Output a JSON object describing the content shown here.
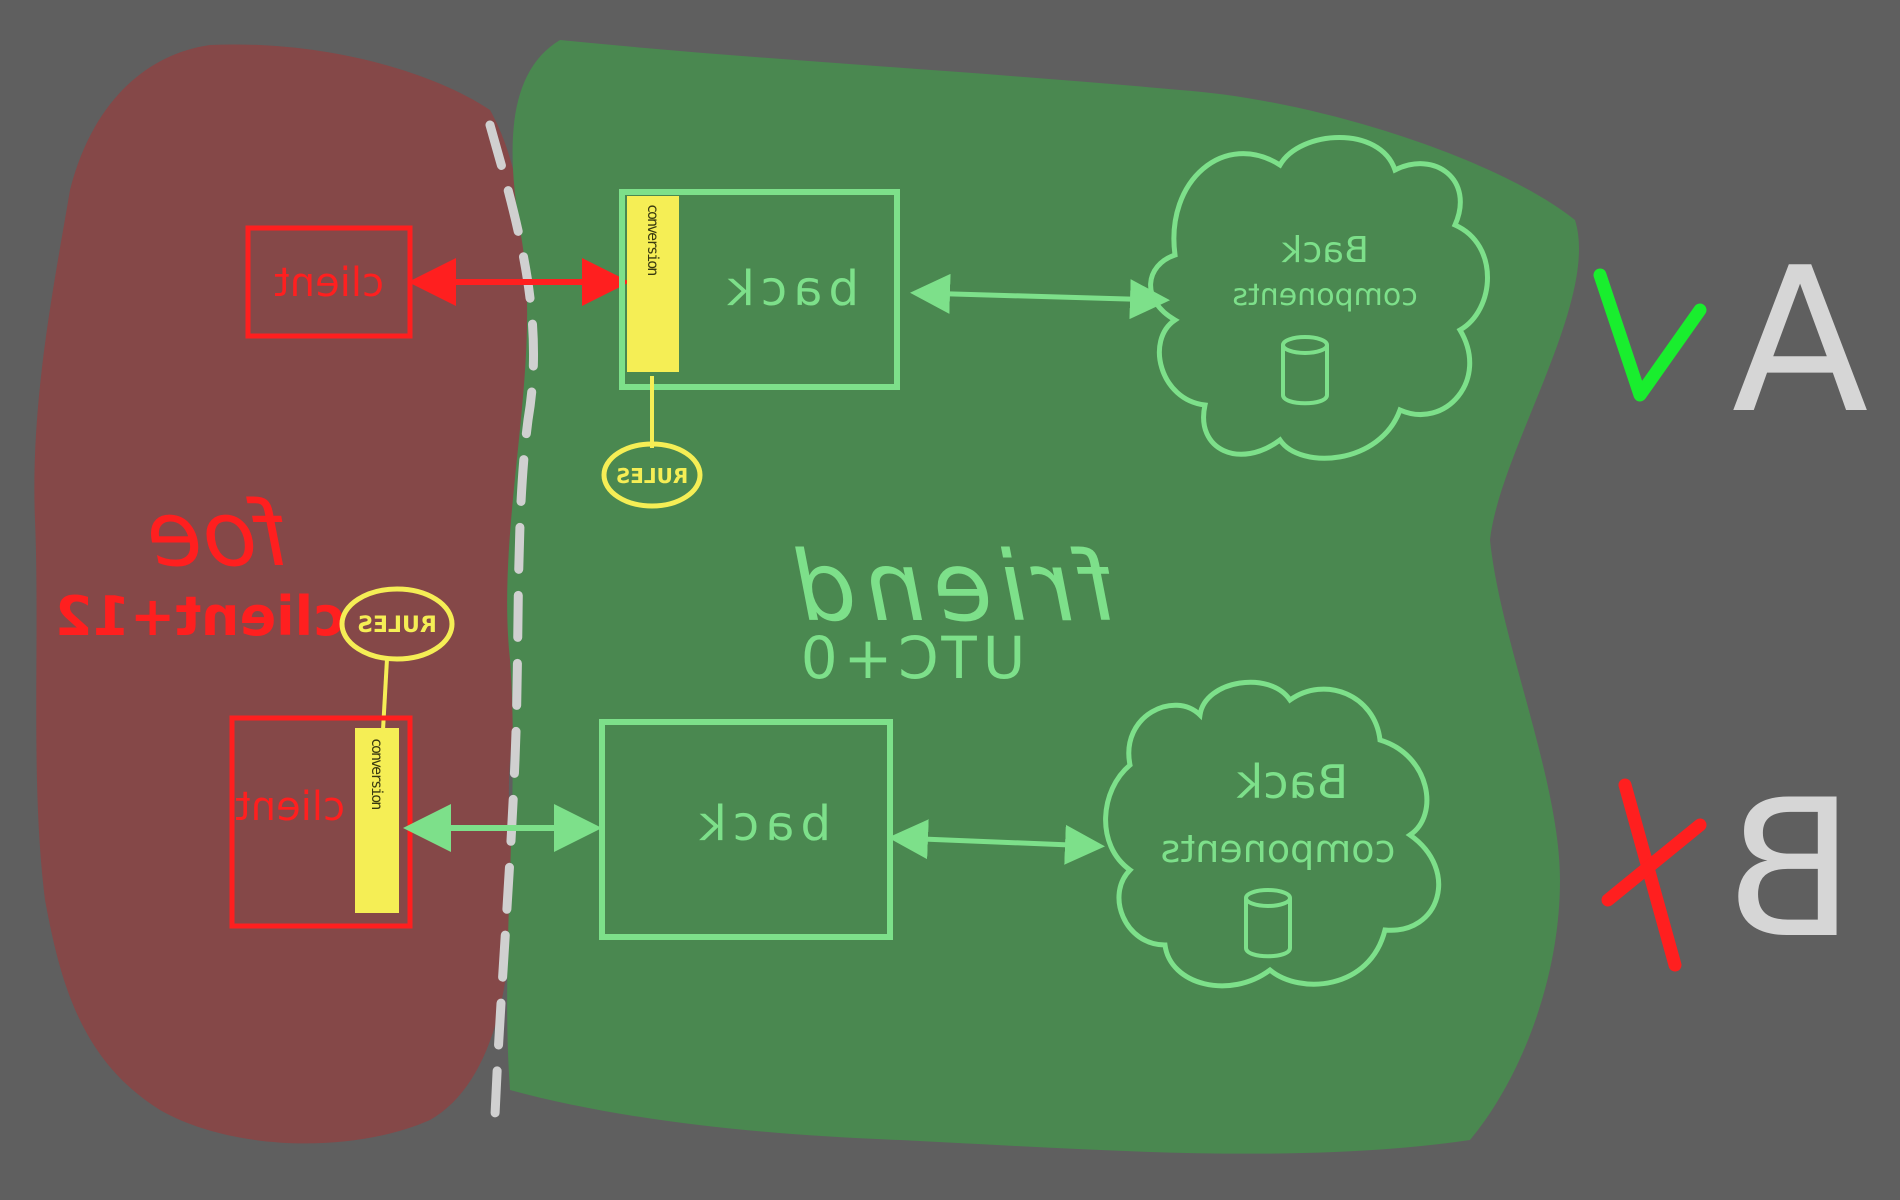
{
  "colors": {
    "background": "#5f5f5f",
    "foe_zone": "#854848",
    "friend_zone": "#4a8850",
    "friend_stroke": "#7de08a",
    "foe_stroke": "#ff1f1f",
    "rules_yellow": "#f5ee55",
    "check_green": "#19ee2e",
    "cross_red": "#ff1f1f",
    "letter_gray": "#d6d6d6",
    "boundary_dash": "#d0d0d0"
  },
  "zones": {
    "foe_label": "foe",
    "foe_timezone": "client+12",
    "friend_label": "friend",
    "friend_timezone": "UTC+0"
  },
  "option_a": {
    "letter": "A",
    "verdict_icon": "checkmark-icon",
    "client_label": "client",
    "conversion_label": "conversion",
    "rules_label": "RULES",
    "back_label": "back",
    "back_components_label_1": "Back",
    "back_components_label_2": "components",
    "db_icon": "database-icon"
  },
  "option_b": {
    "letter": "B",
    "verdict_icon": "cross-icon",
    "client_label": "client",
    "conversion_label": "conversion",
    "rules_label": "RULES",
    "back_label": "back",
    "back_components_label_1": "Back",
    "back_components_label_2": "components",
    "db_icon": "database-icon"
  }
}
